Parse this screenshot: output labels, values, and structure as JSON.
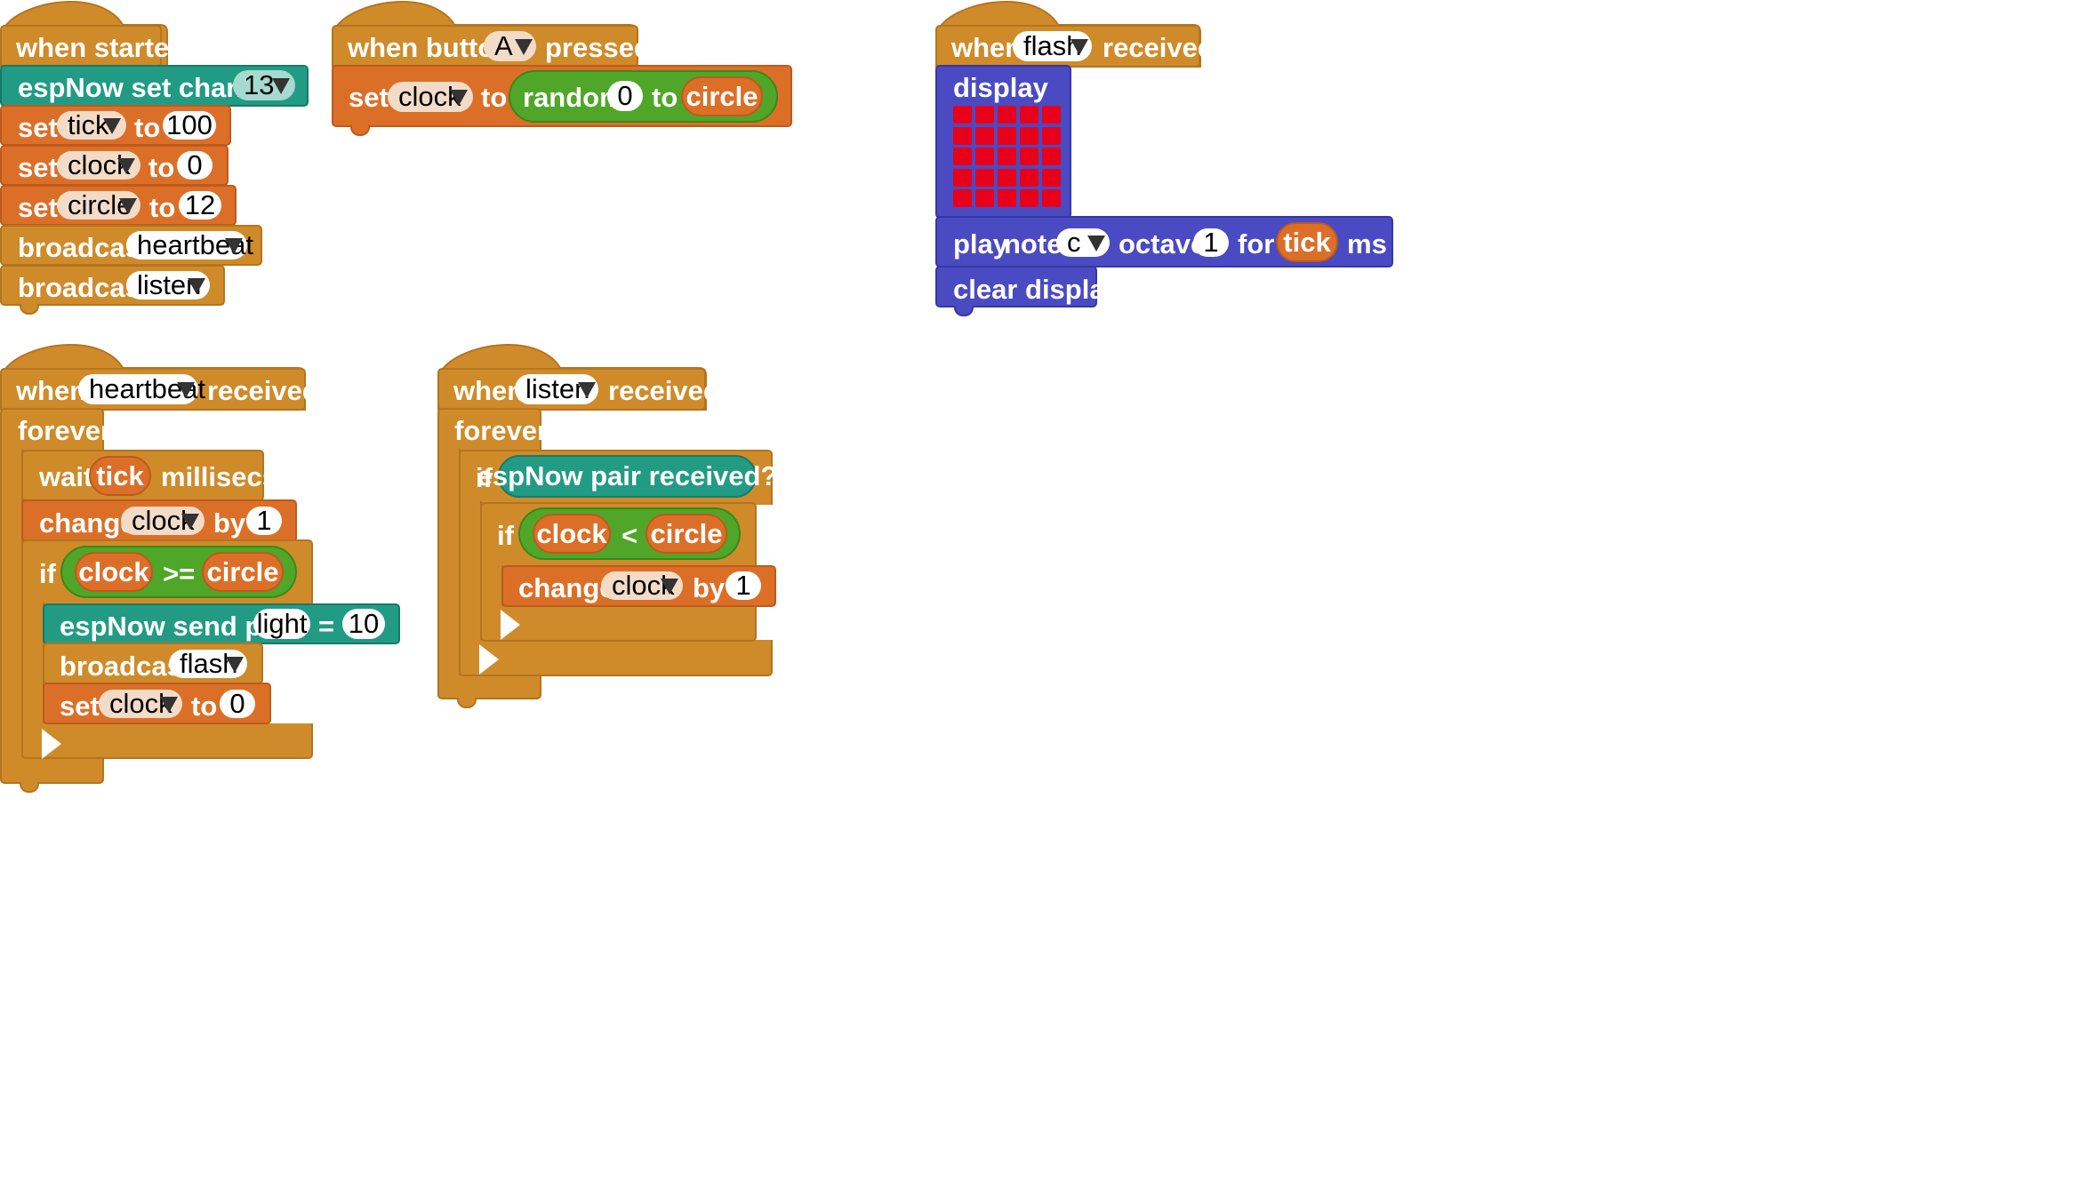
{
  "colors": {
    "control": "#CF8B2A",
    "variables": "#DC6F28",
    "network": "#229B85",
    "operators": "#50A628",
    "output": "#4A4BC3",
    "led_on": "#E8001A"
  },
  "icons": {
    "dropdown": "dropdown-arrow-icon",
    "loop_end": "loop-arrow-icon"
  },
  "scripts": {
    "when_started": {
      "hat": "when started",
      "set_channel": {
        "label": "espNow set channel",
        "value": "13"
      },
      "set_tick": {
        "set": "set",
        "var": "tick",
        "to": "to",
        "value": "100"
      },
      "set_clock": {
        "set": "set",
        "var": "clock",
        "to": "to",
        "value": "0"
      },
      "set_circle": {
        "set": "set",
        "var": "circle",
        "to": "to",
        "value": "12"
      },
      "broadcast1": {
        "label": "broadcast",
        "message": "heartbeat"
      },
      "broadcast2": {
        "label": "broadcast",
        "message": "listen"
      }
    },
    "when_button": {
      "when": "when button",
      "button": "A",
      "pressed": "pressed",
      "set": "set",
      "var": "clock",
      "to": "to",
      "random": "random",
      "min": "0",
      "to2": "to",
      "max": "circle"
    },
    "when_flash": {
      "when": "when",
      "message": "flash",
      "received": "received",
      "display": "display",
      "leds": [
        [
          1,
          1,
          1,
          1,
          1
        ],
        [
          1,
          1,
          1,
          1,
          1
        ],
        [
          1,
          1,
          1,
          1,
          1
        ],
        [
          1,
          1,
          1,
          1,
          1
        ],
        [
          1,
          1,
          1,
          1,
          1
        ]
      ],
      "play": {
        "play": "play",
        "note": "note",
        "note_value": "c",
        "octave": "octave",
        "octave_value": "1",
        "for": "for",
        "duration": "tick",
        "ms": "ms"
      },
      "clear": "clear display"
    },
    "when_heartbeat": {
      "when": "when",
      "message": "heartbeat",
      "received": "received",
      "forever": "forever",
      "wait": {
        "label": "wait",
        "var": "tick",
        "unit": "millisecs"
      },
      "change": {
        "label": "change",
        "var": "clock",
        "by": "by",
        "value": "1"
      },
      "if": "if",
      "cond": {
        "left": "clock",
        "op": ">=",
        "right": "circle"
      },
      "send": {
        "label": "espNow send pair",
        "key": "light",
        "eq": "=",
        "value": "10"
      },
      "broadcast": {
        "label": "broadcast",
        "message": "flash"
      },
      "set": {
        "label": "set",
        "var": "clock",
        "to": "to",
        "value": "0"
      }
    },
    "when_listen": {
      "when": "when",
      "message": "listen",
      "received": "received",
      "forever": "forever",
      "if1": "if",
      "pair_received": "espNow pair received?",
      "if2": "if",
      "cond": {
        "left": "clock",
        "op": "<",
        "right": "circle"
      },
      "change": {
        "label": "change",
        "var": "clock",
        "by": "by",
        "value": "1"
      }
    }
  }
}
